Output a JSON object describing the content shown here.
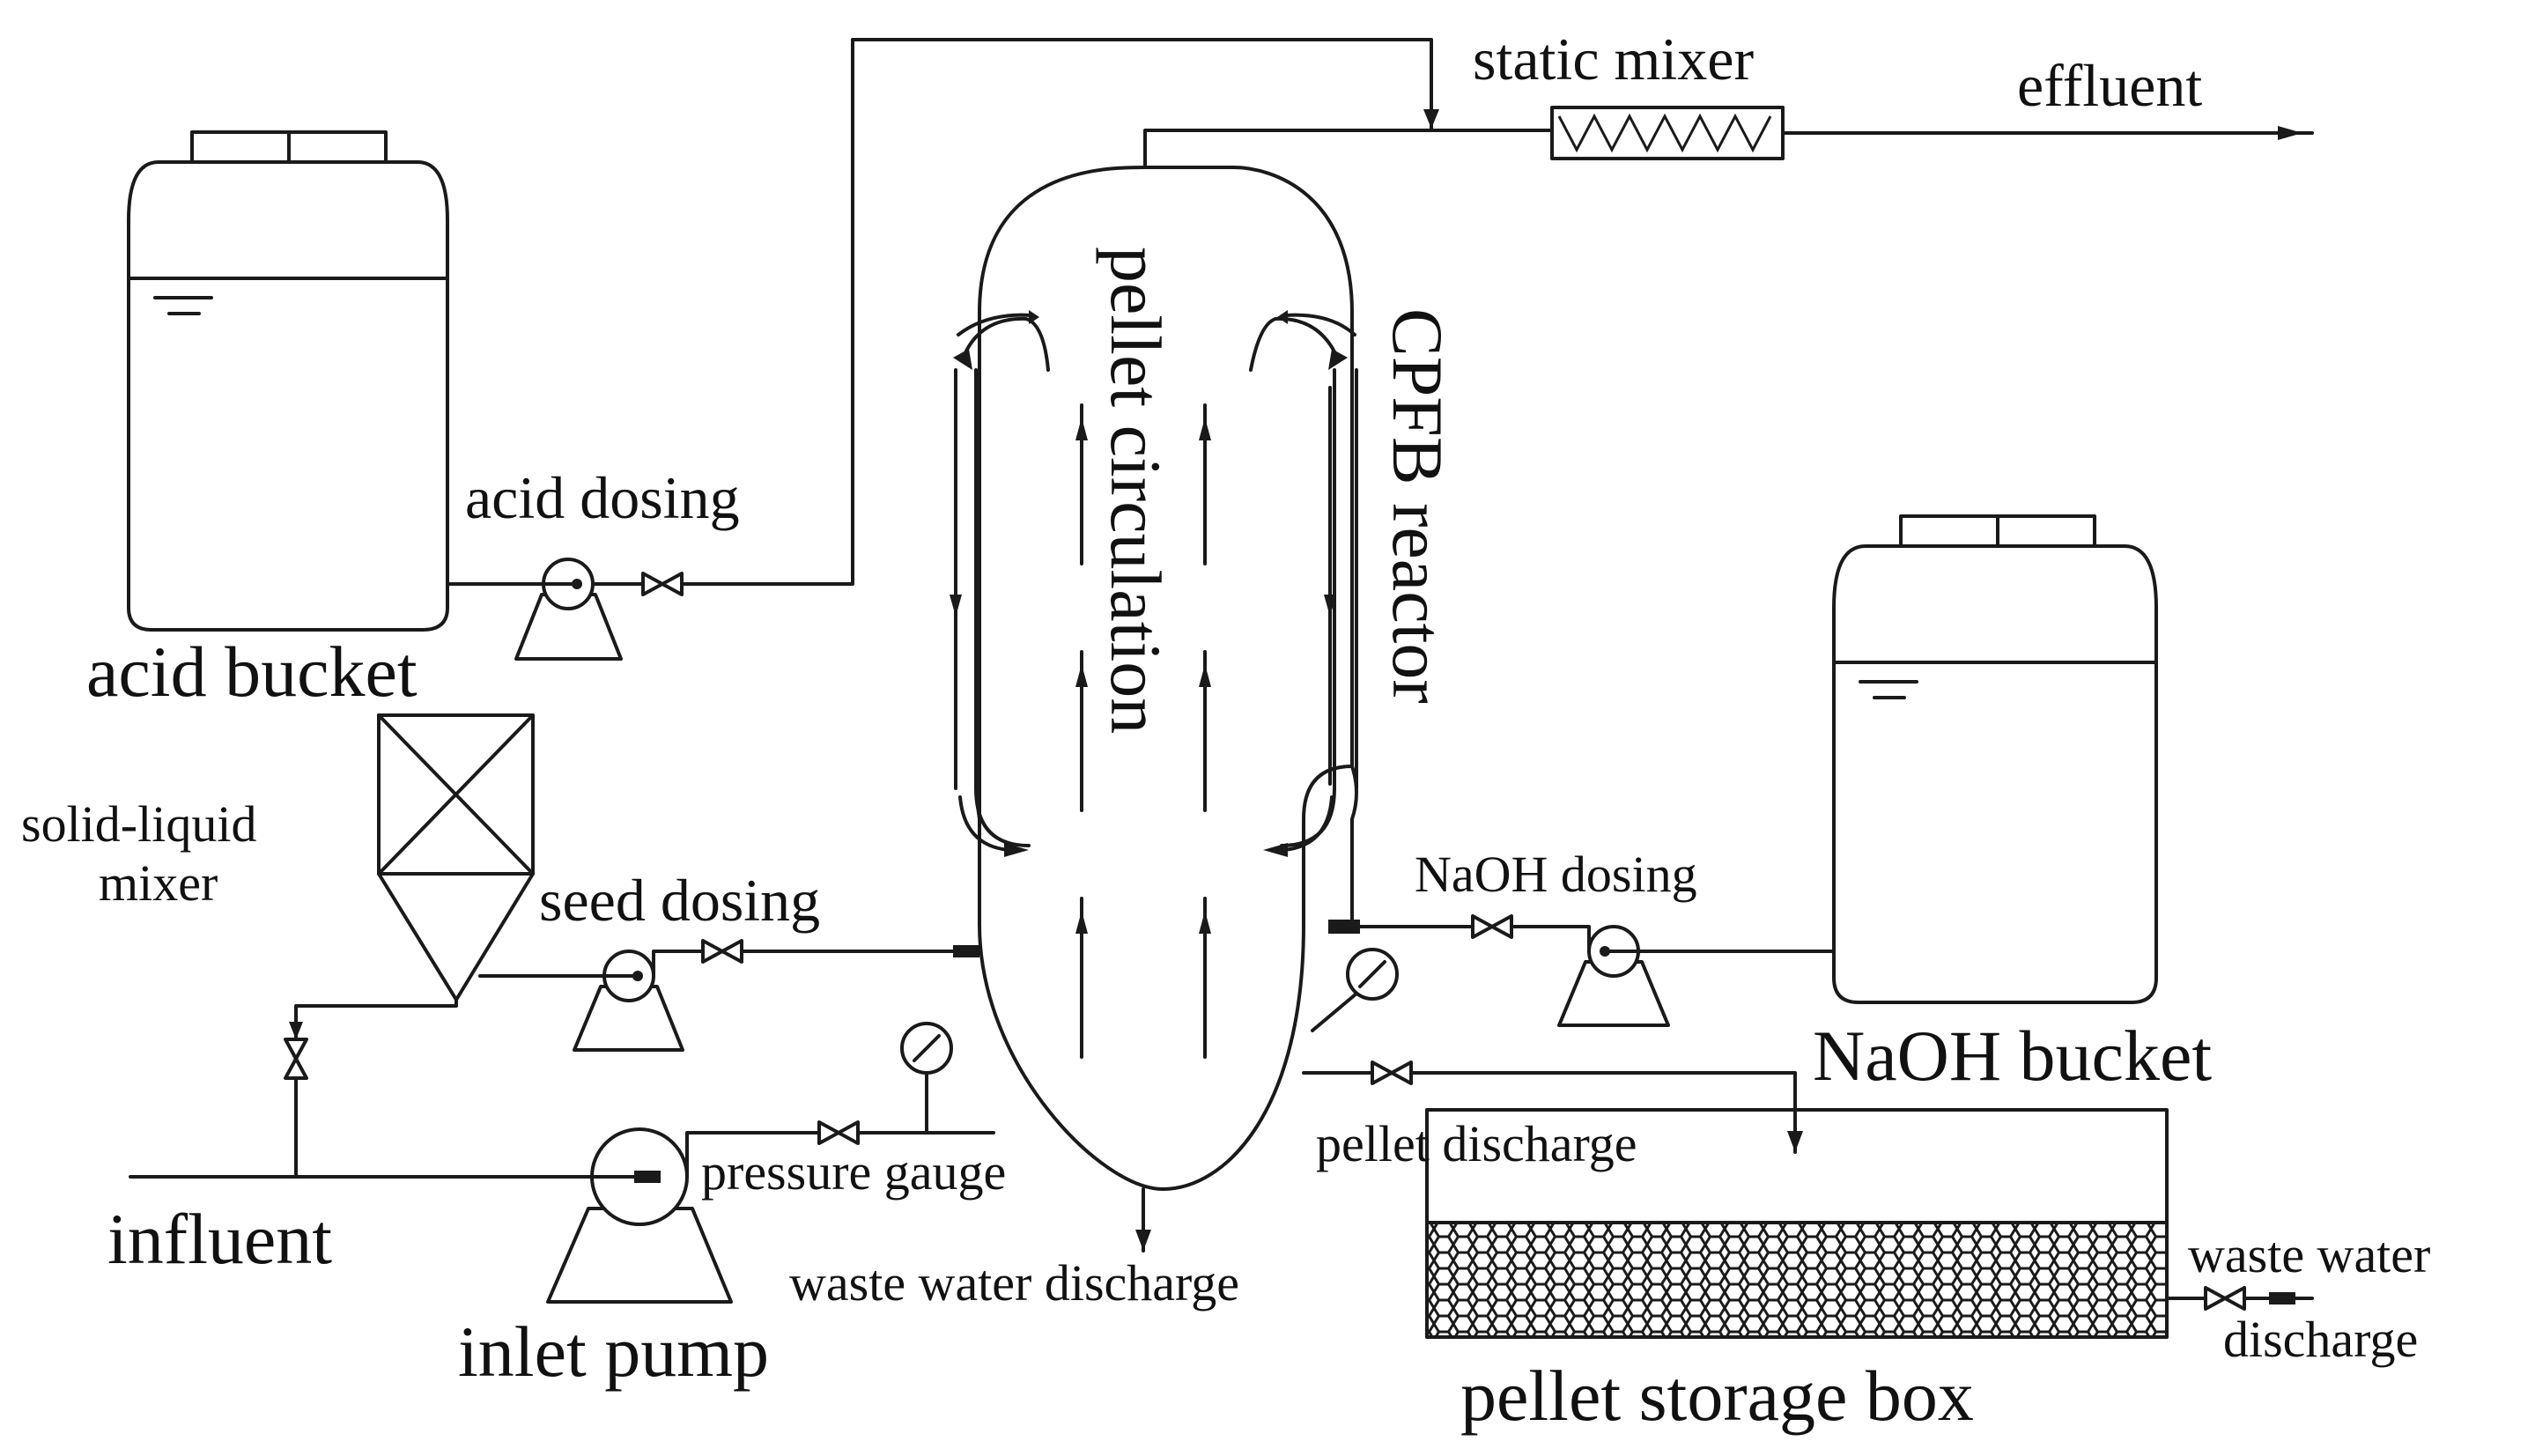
{
  "labels": {
    "static_mixer": "static mixer",
    "effluent": "effluent",
    "acid_dosing": "acid dosing",
    "acid_bucket": "acid bucket",
    "pellet_circulation": "pellet circulation",
    "cpfb_reactor": "CPFB reactor",
    "solid_liquid_mixer_line1": "solid-liquid",
    "solid_liquid_mixer_line2": "mixer",
    "seed_dosing": "seed dosing",
    "naoh_dosing": "NaOH dosing",
    "naoh_bucket": "NaOH bucket",
    "pellet_discharge": "pellet discharge",
    "pressure_gauge": "pressure gauge",
    "influent": "influent",
    "waste_water_discharge": "waste water discharge",
    "waste_water_line1": "waste water",
    "waste_water_line2": "discharge",
    "inlet_pump": "inlet pump",
    "pellet_storage_box": "pellet storage box"
  }
}
